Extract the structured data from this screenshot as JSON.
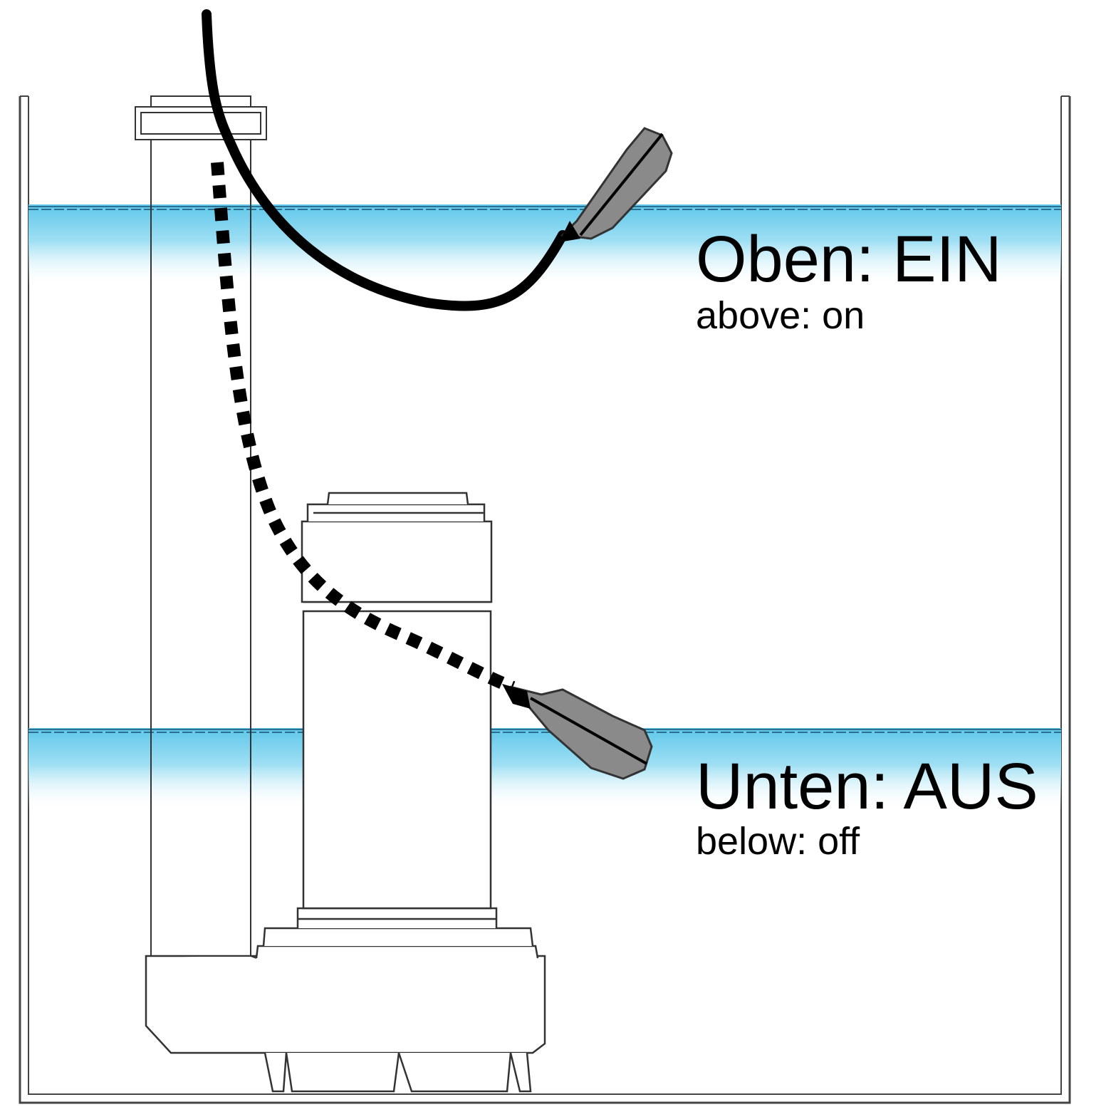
{
  "labels": {
    "upper_main": "Oben: EIN",
    "upper_sub": "above: on",
    "lower_main": "Unten: AUS",
    "lower_sub": "below: off"
  },
  "colors": {
    "water": "#7fd3ee",
    "float_body": "#8a8a8a",
    "cable": "#000000",
    "outline": "#333333"
  }
}
